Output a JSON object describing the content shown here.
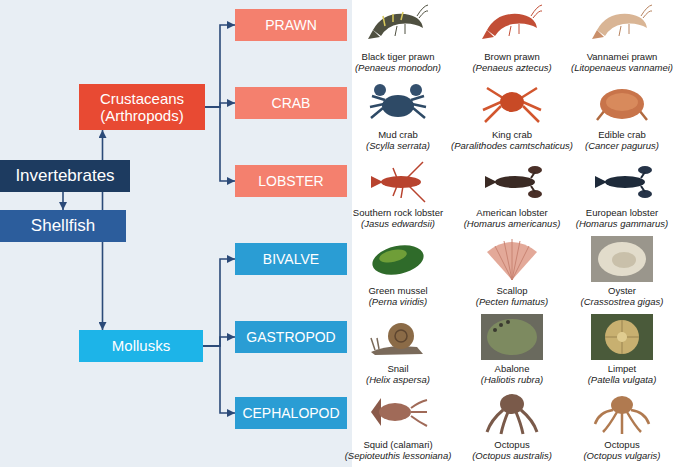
{
  "diagram": {
    "nodes": [
      {
        "text": [
          "Invertebrates"
        ]
      },
      {
        "text": [
          "Shellfish"
        ]
      },
      {
        "text": [
          "Crustaceans (Arthropods)"
        ]
      },
      {
        "text": [
          "Mollusks"
        ]
      },
      {
        "text": [
          "PRAWN"
        ]
      },
      {
        "text": [
          "CRAB"
        ]
      },
      {
        "text": [
          "LOBSTER"
        ]
      },
      {
        "text": [
          "BIVALVE"
        ]
      },
      {
        "text": [
          "GASTROPOD"
        ]
      },
      {
        "text": [
          "CEPHALOPOD"
        ]
      }
    ],
    "edges": [
      {
        "from": 0,
        "to": 1,
        "arrow": "to"
      },
      {
        "from": 1,
        "to": 2,
        "arrow": "to"
      },
      {
        "from": 1,
        "to": 3,
        "arrow": "to"
      },
      {
        "from": 2,
        "to": 4,
        "arrow": "to"
      },
      {
        "from": 2,
        "to": 5,
        "arrow": "to"
      },
      {
        "from": 2,
        "to": 6,
        "arrow": "to"
      },
      {
        "from": 3,
        "to": 7,
        "arrow": "to"
      },
      {
        "from": 3,
        "to": 8,
        "arrow": "to"
      },
      {
        "from": 3,
        "to": 9,
        "arrow": "to"
      }
    ],
    "labels": [
      "Black tiger prawn",
      "(Penaeus monodon)",
      "Brown prawn",
      "(Penaeus aztecus)",
      "Vannamei prawn",
      "(Litopenaeus vannamei)",
      "Mud crab",
      "(Scylla serrata)",
      "King crab",
      "(Paralithodes camtschaticus)",
      "Edible crab",
      "(Cancer pagurus)",
      "Southern rock lobster",
      "(Jasus edwardsii)",
      "American lobster",
      "(Homarus americanus)",
      "European lobster",
      "(Homarus gammarus)",
      "Green mussel",
      "(Perna viridis)",
      "Scallop",
      "(Pecten fumatus)",
      "Oyster",
      "(Crassostrea gigas)",
      "Snail",
      "(Helix aspersa)",
      "Abalone",
      "(Haliotis rubra)",
      "Limpet",
      "(Patella vulgata)",
      "Squid (calamari)",
      "(Sepioteuthis lessoniana)",
      "Octopus",
      "(Octopus australis)",
      "Octopus",
      "(Octopus vulgaris)"
    ]
  }
}
